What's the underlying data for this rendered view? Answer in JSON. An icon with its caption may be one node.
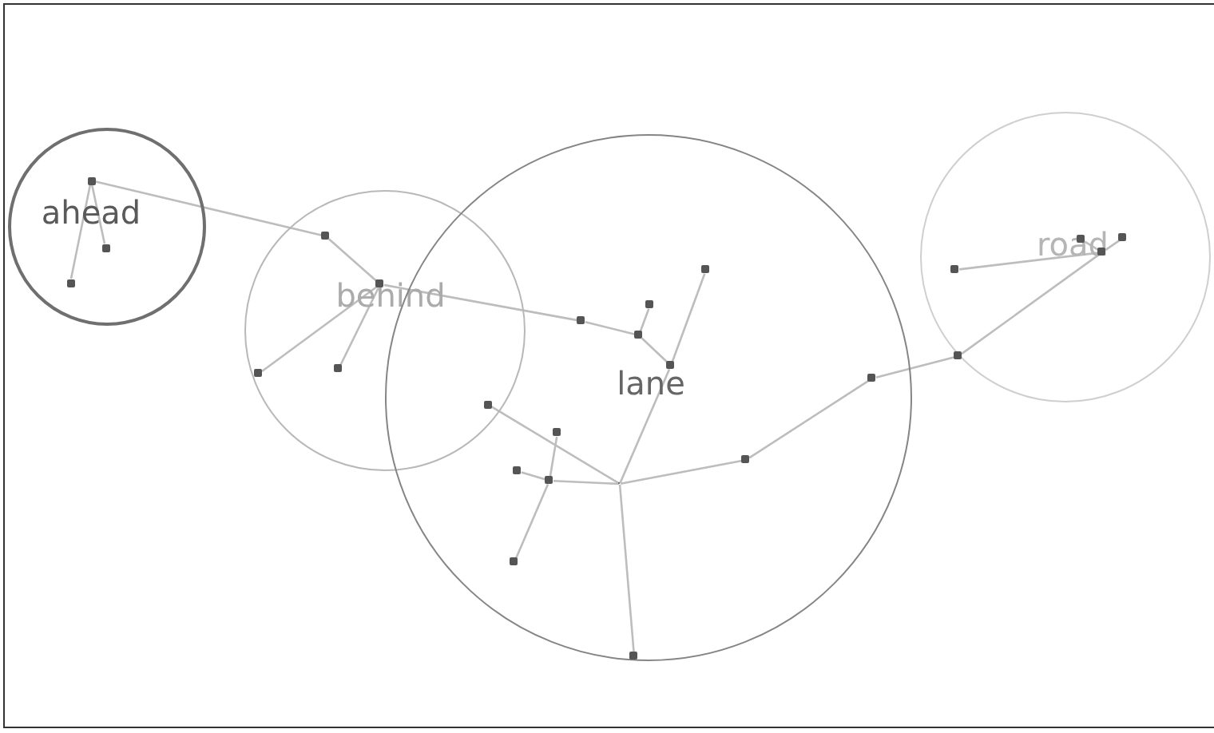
{
  "diagram": {
    "nodes": [
      {
        "text": [
          "ahead"
        ]
      },
      {
        "text": [],
        "shape": "dot",
        "in": 0
      },
      {
        "text": [],
        "shape": "dot",
        "in": 0
      },
      {
        "text": [],
        "shape": "dot",
        "in": 0
      },
      {
        "text": [
          "behind"
        ]
      },
      {
        "text": [],
        "shape": "dot",
        "in": 4
      },
      {
        "text": [],
        "shape": "dot",
        "in": 4
      },
      {
        "text": [],
        "shape": "dot",
        "in": 4
      },
      {
        "text": [],
        "shape": "dot",
        "in": 4
      },
      {
        "text": [],
        "shape": "dot"
      },
      {
        "text": [
          "lane"
        ]
      },
      {
        "text": [],
        "shape": "dot",
        "in": 10
      },
      {
        "text": [],
        "shape": "dot",
        "in": 10
      },
      {
        "text": [],
        "shape": "dot",
        "in": 10
      },
      {
        "text": [],
        "shape": "dot",
        "in": 10
      },
      {
        "text": [],
        "shape": "dot",
        "in": 10
      },
      {
        "text": [],
        "shape": "dot",
        "in": 10
      },
      {
        "text": [],
        "shape": "dot",
        "in": 10
      },
      {
        "text": [],
        "shape": "dot",
        "in": 10
      },
      {
        "text": [],
        "shape": "dot",
        "in": 10
      },
      {
        "text": [],
        "shape": "dot",
        "in": 10
      },
      {
        "text": [],
        "shape": "dot",
        "in": 10
      },
      {
        "text": [],
        "shape": "dot",
        "in": 10
      },
      {
        "text": [],
        "shape": "dot",
        "in": 10
      },
      {
        "text": [
          "road"
        ]
      },
      {
        "text": [],
        "shape": "dot",
        "in": 24
      },
      {
        "text": [],
        "shape": "dot",
        "in": 24
      },
      {
        "text": [],
        "shape": "dot",
        "in": 24
      },
      {
        "text": [],
        "shape": "dot",
        "in": 24
      },
      {
        "text": [],
        "shape": "dot",
        "in": 24
      }
    ],
    "edges": [
      {
        "from": 1,
        "to": 2,
        "arrow": "none"
      },
      {
        "from": 1,
        "to": 3,
        "arrow": "none"
      },
      {
        "from": 1,
        "to": 5,
        "arrow": "none"
      },
      {
        "from": 5,
        "to": 6,
        "arrow": "none"
      },
      {
        "from": 6,
        "to": 7,
        "arrow": "none"
      },
      {
        "from": 6,
        "to": 8,
        "arrow": "none"
      },
      {
        "from": 6,
        "to": 11,
        "arrow": "none"
      },
      {
        "from": 11,
        "to": 13,
        "arrow": "none"
      },
      {
        "from": 13,
        "to": 12,
        "arrow": "none"
      },
      {
        "from": 13,
        "to": 15,
        "arrow": "none"
      },
      {
        "from": 15,
        "to": 14,
        "arrow": "none"
      },
      {
        "from": 15,
        "to": 20,
        "arrow": "none"
      },
      {
        "from": 20,
        "to": 9,
        "arrow": "none"
      },
      {
        "from": 20,
        "to": 18,
        "arrow": "none"
      },
      {
        "from": 18,
        "to": 16,
        "arrow": "none"
      },
      {
        "from": 18,
        "to": 17,
        "arrow": "none"
      },
      {
        "from": 18,
        "to": 19,
        "arrow": "none"
      },
      {
        "from": 20,
        "to": 21,
        "arrow": "none"
      },
      {
        "from": 20,
        "to": 22,
        "arrow": "none"
      },
      {
        "from": 22,
        "to": 23,
        "arrow": "none"
      },
      {
        "from": 23,
        "to": 25,
        "arrow": "none"
      },
      {
        "from": 25,
        "to": 27,
        "arrow": "none"
      },
      {
        "from": 27,
        "to": 26,
        "arrow": "none"
      },
      {
        "from": 27,
        "to": 28,
        "arrow": "none"
      },
      {
        "from": 27,
        "to": 29,
        "arrow": "none"
      }
    ]
  }
}
